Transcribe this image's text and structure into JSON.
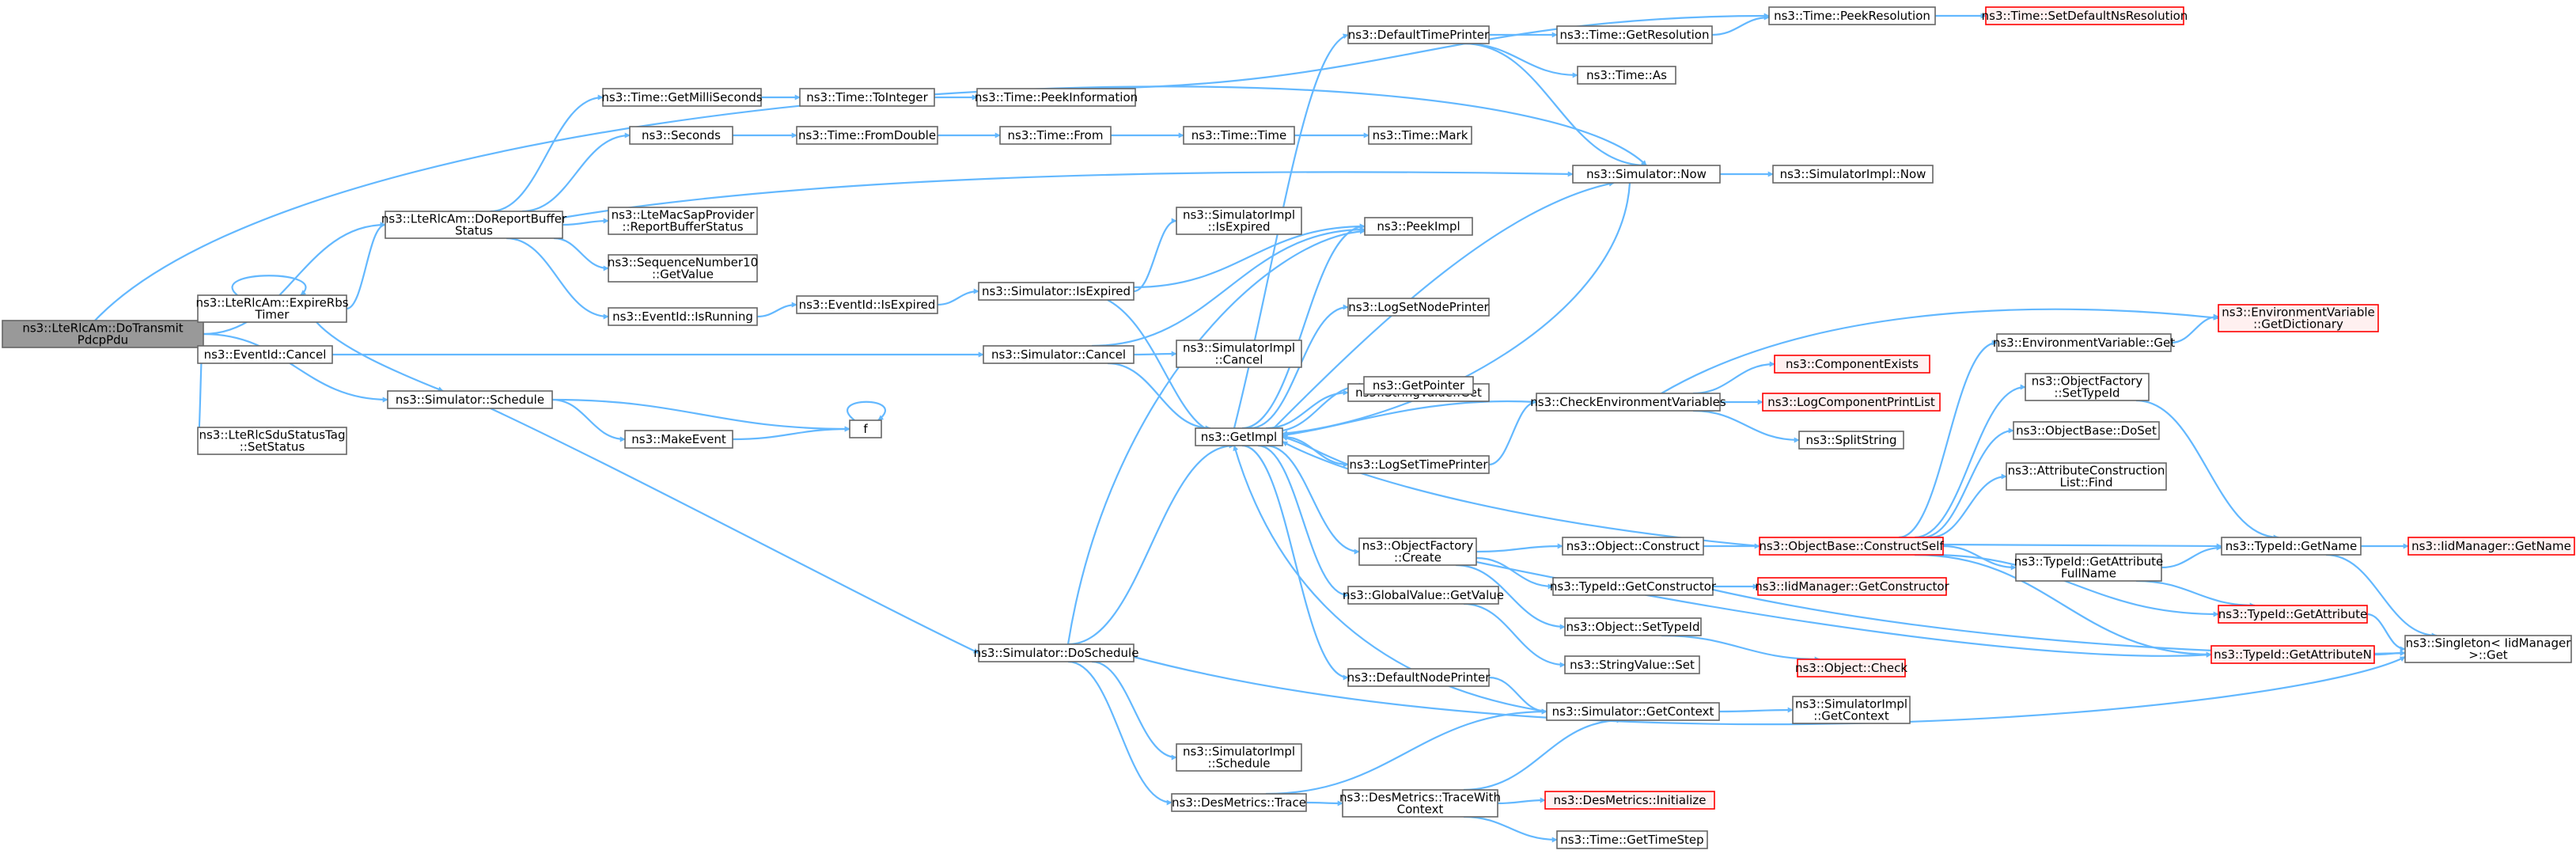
{
  "colors": {
    "edge": "#63b8ff",
    "node_fill": "#ffffff",
    "node_border": "#666666",
    "root_fill": "#999999",
    "truncated_fill": "#fff0f0",
    "truncated_border": "#ff0000"
  },
  "nodes": {
    "n_root": {
      "lines": [
        "ns3::LteRlcAm::DoTransmit",
        "PdcpPdu"
      ],
      "kind": "root"
    },
    "n_reportbuf": {
      "lines": [
        "ns3::LteRlcAm::DoReportBuffer",
        "Status"
      ]
    },
    "n_expirerbs": {
      "lines": [
        "ns3::LteRlcAm::ExpireRbs",
        "Timer"
      ]
    },
    "n_eventcancel": {
      "lines": [
        "ns3::EventId::Cancel"
      ]
    },
    "n_schedule": {
      "lines": [
        "ns3::Simulator::Schedule"
      ]
    },
    "n_sdustatus": {
      "lines": [
        "ns3::LteRlcSduStatusTag",
        "::SetStatus"
      ]
    },
    "n_getms": {
      "lines": [
        "ns3::Time::GetMilliSeconds"
      ]
    },
    "n_seconds": {
      "lines": [
        "ns3::Seconds"
      ]
    },
    "n_ltemacsap": {
      "lines": [
        "ns3::LteMacSapProvider",
        "::ReportBufferStatus"
      ]
    },
    "n_seqnum": {
      "lines": [
        "ns3::SequenceNumber10",
        "::GetValue"
      ]
    },
    "n_isrunning": {
      "lines": [
        "ns3::EventId::IsRunning"
      ]
    },
    "n_makeevent": {
      "lines": [
        "ns3::MakeEvent"
      ]
    },
    "n_f": {
      "lines": [
        "f"
      ]
    },
    "n_tointeger": {
      "lines": [
        "ns3::Time::ToInteger"
      ]
    },
    "n_fromdouble": {
      "lines": [
        "ns3::Time::FromDouble"
      ]
    },
    "n_evisexpired": {
      "lines": [
        "ns3::EventId::IsExpired"
      ]
    },
    "n_peekinfo": {
      "lines": [
        "ns3::Time::PeekInformation"
      ]
    },
    "n_timefrom": {
      "lines": [
        "ns3::Time::From"
      ]
    },
    "n_simisexpired": {
      "lines": [
        "ns3::Simulator::IsExpired"
      ]
    },
    "n_simcancel": {
      "lines": [
        "ns3::Simulator::Cancel"
      ]
    },
    "n_doschedule": {
      "lines": [
        "ns3::Simulator::DoSchedule"
      ]
    },
    "n_timetime": {
      "lines": [
        "ns3::Time::Time"
      ]
    },
    "n_implisexpired": {
      "lines": [
        "ns3::SimulatorImpl",
        "::IsExpired"
      ]
    },
    "n_implcancel": {
      "lines": [
        "ns3::SimulatorImpl",
        "::Cancel"
      ]
    },
    "n_implschedule": {
      "lines": [
        "ns3::SimulatorImpl",
        "::Schedule"
      ]
    },
    "n_destrace": {
      "lines": [
        "ns3::DesMetrics::Trace"
      ]
    },
    "n_timemark": {
      "lines": [
        "ns3::Time::Mark"
      ]
    },
    "n_defprinter": {
      "lines": [
        "ns3::DefaultTimePrinter"
      ]
    },
    "n_peekimpl": {
      "lines": [
        "ns3::PeekImpl"
      ]
    },
    "n_logsetnode": {
      "lines": [
        "ns3::LogSetNodePrinter"
      ]
    },
    "n_strget": {
      "lines": [
        "ns3::StringValue::Get"
      ]
    },
    "n_getpointer": {
      "lines": [
        "ns3::GetPointer"
      ]
    },
    "n_getimpl": {
      "lines": [
        "ns3::GetImpl"
      ]
    },
    "n_logsettime": {
      "lines": [
        "ns3::LogSetTimePrinter"
      ]
    },
    "n_ofcreate": {
      "lines": [
        "ns3::ObjectFactory",
        "::Create"
      ]
    },
    "n_gvgetvalue": {
      "lines": [
        "ns3::GlobalValue::GetValue"
      ]
    },
    "n_defnodeprinter": {
      "lines": [
        "ns3::DefaultNodePrinter"
      ]
    },
    "n_trctx": {
      "lines": [
        "ns3::DesMetrics::TraceWith",
        "Context"
      ]
    },
    "n_getres": {
      "lines": [
        "ns3::Time::GetResolution"
      ]
    },
    "n_timeas": {
      "lines": [
        "ns3::Time::As"
      ]
    },
    "n_simnow": {
      "lines": [
        "ns3::Simulator::Now"
      ]
    },
    "n_checkenv": {
      "lines": [
        "ns3::CheckEnvironmentVariables"
      ]
    },
    "n_objconstruct": {
      "lines": [
        "ns3::Object::Construct"
      ]
    },
    "n_getconstructor": {
      "lines": [
        "ns3::TypeId::GetConstructor"
      ]
    },
    "n_objsettypeid": {
      "lines": [
        "ns3::Object::SetTypeId"
      ]
    },
    "n_strset": {
      "lines": [
        "ns3::StringValue::Set"
      ]
    },
    "n_getcontext": {
      "lines": [
        "ns3::Simulator::GetContext"
      ]
    },
    "n_timestep": {
      "lines": [
        "ns3::Time::GetTimeStep"
      ]
    },
    "n_peekres": {
      "lines": [
        "ns3::Time::PeekResolution"
      ]
    },
    "n_implnow": {
      "lines": [
        "ns3::SimulatorImpl::Now"
      ]
    },
    "n_compexists": {
      "lines": [
        "ns3::ComponentExists"
      ],
      "kind": "truncated"
    },
    "n_logcomplist": {
      "lines": [
        "ns3::LogComponentPrintList"
      ],
      "kind": "truncated"
    },
    "n_splitstring": {
      "lines": [
        "ns3::SplitString"
      ]
    },
    "n_constructself": {
      "lines": [
        "ns3::ObjectBase::ConstructSelf"
      ],
      "kind": "truncated"
    },
    "n_iidgetconstructor": {
      "lines": [
        "ns3::IidManager::GetConstructor"
      ],
      "kind": "truncated"
    },
    "n_objcheck": {
      "lines": [
        "ns3::Object::Check"
      ],
      "kind": "truncated"
    },
    "n_implgetctx": {
      "lines": [
        "ns3::SimulatorImpl",
        "::GetContext"
      ]
    },
    "n_desinit": {
      "lines": [
        "ns3::DesMetrics::Initialize"
      ],
      "kind": "truncated"
    },
    "n_setdefres": {
      "lines": [
        "ns3::Time::SetDefaultNsResolution"
      ],
      "kind": "truncated"
    },
    "n_envget": {
      "lines": [
        "ns3::EnvironmentVariable::Get"
      ]
    },
    "n_envgetdict": {
      "lines": [
        "ns3::EnvironmentVariable",
        "::GetDictionary"
      ],
      "kind": "truncated"
    },
    "n_ofsettypeid": {
      "lines": [
        "ns3::ObjectFactory",
        "::SetTypeId"
      ]
    },
    "n_obdoset": {
      "lines": [
        "ns3::ObjectBase::DoSet"
      ]
    },
    "n_attrfind": {
      "lines": [
        "ns3::AttributeConstruction",
        "List::Find"
      ]
    },
    "n_getattrfull": {
      "lines": [
        "ns3::TypeId::GetAttribute",
        "FullName"
      ]
    },
    "n_typegetname": {
      "lines": [
        "ns3::TypeId::GetName"
      ]
    },
    "n_typegetattr": {
      "lines": [
        "ns3::TypeId::GetAttribute"
      ],
      "kind": "truncated"
    },
    "n_typegetattrn": {
      "lines": [
        "ns3::TypeId::GetAttributeN"
      ],
      "kind": "truncated"
    },
    "n_iidgetname": {
      "lines": [
        "ns3::IidManager::GetName"
      ],
      "kind": "truncated"
    },
    "n_singleton": {
      "lines": [
        "ns3::Singleton< IidManager",
        " >::Get"
      ]
    }
  }
}
